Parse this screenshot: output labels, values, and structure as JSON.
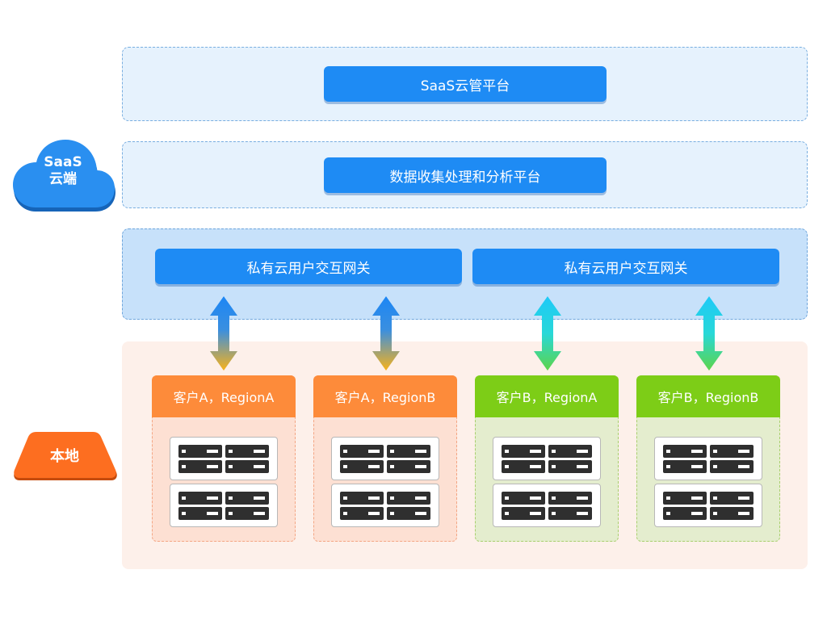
{
  "saas_layer": {
    "badge": {
      "line1": "SaaS",
      "line2": "云端",
      "color": "#2a8ff0"
    },
    "platform_label": "SaaS云管平台",
    "data_platform_label": "数据收集处理和分析平台",
    "gateways": [
      "私有云用户交互网关",
      "私有云用户交互网关"
    ]
  },
  "local_layer": {
    "badge": {
      "label": "本地",
      "color": "#fd6e20"
    },
    "regions": [
      {
        "label": "客户A，RegionA",
        "color": "#fd8b3a",
        "theme": "orange"
      },
      {
        "label": "客户A，RegionB",
        "color": "#fd8b3a",
        "theme": "orange"
      },
      {
        "label": "客户B，RegionA",
        "color": "#7dcd17",
        "theme": "green"
      },
      {
        "label": "客户B，RegionB",
        "color": "#7dcd17",
        "theme": "green"
      }
    ]
  },
  "colors": {
    "primary_blue": "#1e8bf4",
    "arrow_blue_to_orange": [
      "#1c86f5",
      "#f8b21a"
    ],
    "arrow_cyan_to_green": [
      "#1ed2f4",
      "#5dd44a"
    ]
  },
  "icons": {
    "cloud": "cloud-icon",
    "server": "server-rack-icon",
    "arrow": "bidirectional-arrow-icon"
  }
}
